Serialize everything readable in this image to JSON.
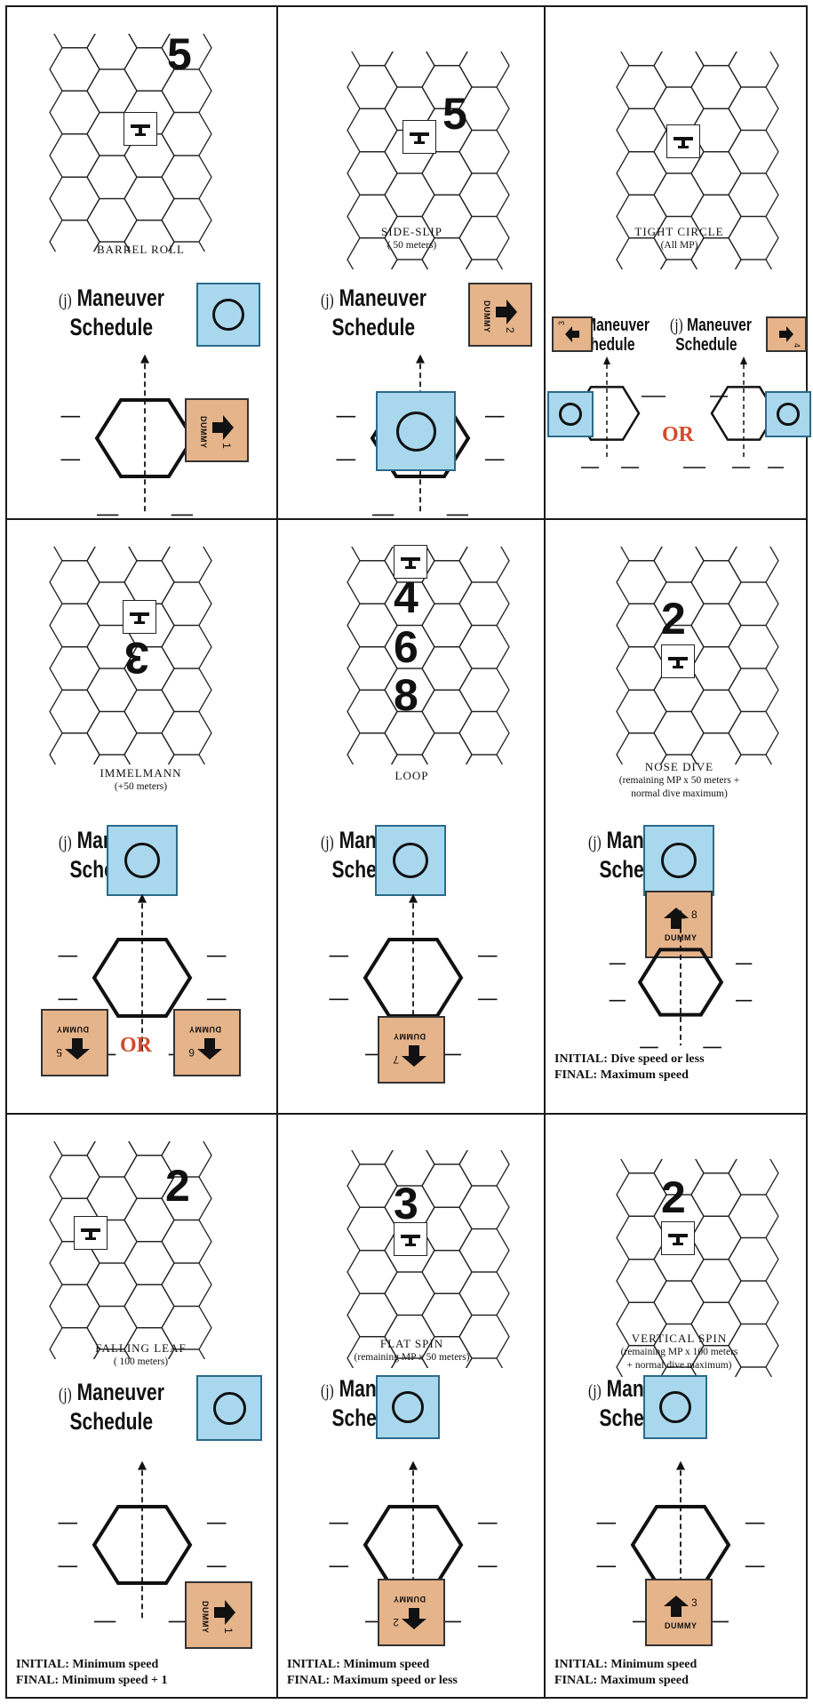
{
  "maneuvers": [
    {
      "name": "BARREL ROLL",
      "sub": "",
      "counter_number": "1",
      "schedule_label": "Maneuver",
      "schedule_label2": "Schedule",
      "j": "(j)",
      "dummy": "DUMMY",
      "big_number": "5"
    },
    {
      "name": "SIDE-SLIP",
      "sub": "( 50 meters)",
      "counter_number": "2",
      "schedule_label": "Maneuver",
      "schedule_label2": "Schedule",
      "j": "(j)",
      "dummy": "DUMMY",
      "big_number": "5"
    },
    {
      "name": "TIGHT CIRCLE",
      "sub": "(All MP)",
      "counter_numbers": [
        "3",
        "4"
      ],
      "schedule_label": "Maneuver",
      "schedule_label2": "Schedule",
      "j": "(j)",
      "dummy": "DUMMY",
      "or": "OR"
    },
    {
      "name": "IMMELMANN",
      "sub": "(+50 meters)",
      "counter_numbers": [
        "5",
        "6"
      ],
      "schedule_label": "Maneuver",
      "schedule_label2": "Schedule",
      "j": "(j)",
      "dummy": "DUMMY",
      "or": "OR",
      "big_number": "3"
    },
    {
      "name": "LOOP",
      "sub": "",
      "counter_number": "7",
      "schedule_label": "Maneuver",
      "schedule_label2": "Schedule",
      "j": "(j)",
      "dummy": "DUMMY",
      "big_numbers": [
        "4",
        "6",
        "8"
      ]
    },
    {
      "name": "NOSE DIVE",
      "sub": "(remaining MP x  50 meters +",
      "sub2": "normal dive maximum)",
      "counter_number": "8",
      "schedule_label": "Maneuver",
      "schedule_label2": "Schedule",
      "j": "(j)",
      "dummy": "DUMMY",
      "big_number": "2",
      "initial": "INITIAL: Dive speed or less",
      "final": "FINAL: Maximum speed"
    },
    {
      "name": "FALLING LEAF",
      "sub": "( 100 meters)",
      "counter_number": "1",
      "schedule_label": "Maneuver",
      "schedule_label2": "Schedule",
      "j": "(j)",
      "dummy": "DUMMY",
      "big_number": "2",
      "initial": "INITIAL: Minimum speed",
      "final": "FINAL: Minimum speed  + 1"
    },
    {
      "name": "FLAT SPIN",
      "sub": "(remaining  MP  x   50 meters)",
      "counter_number": "2",
      "schedule_label": "Maneuver",
      "schedule_label2": "Schedule",
      "j": "(j)",
      "dummy": "DUMMY",
      "big_number": "3",
      "initial": "INITIAL: Minimum speed",
      "final": "FINAL: Maximum speed or less"
    },
    {
      "name": "VERTICAL SPIN",
      "sub": "(remaining MP x  100 meters",
      "sub2": "+ normal dive maximum)",
      "counter_number": "3",
      "schedule_label": "Maneuver",
      "schedule_label2": "Schedule",
      "j": "(j)",
      "dummy": "DUMMY",
      "big_number": "2",
      "initial": "INITIAL: Minimum speed",
      "final": "FINAL: Maximum speed"
    }
  ],
  "colors": {
    "counter_blue": "#a9d8ee",
    "counter_tan": "#e6b48a",
    "or_red": "#d44a2a"
  },
  "icons": [
    "plane-icon",
    "circle-icon",
    "arrow-icon"
  ]
}
